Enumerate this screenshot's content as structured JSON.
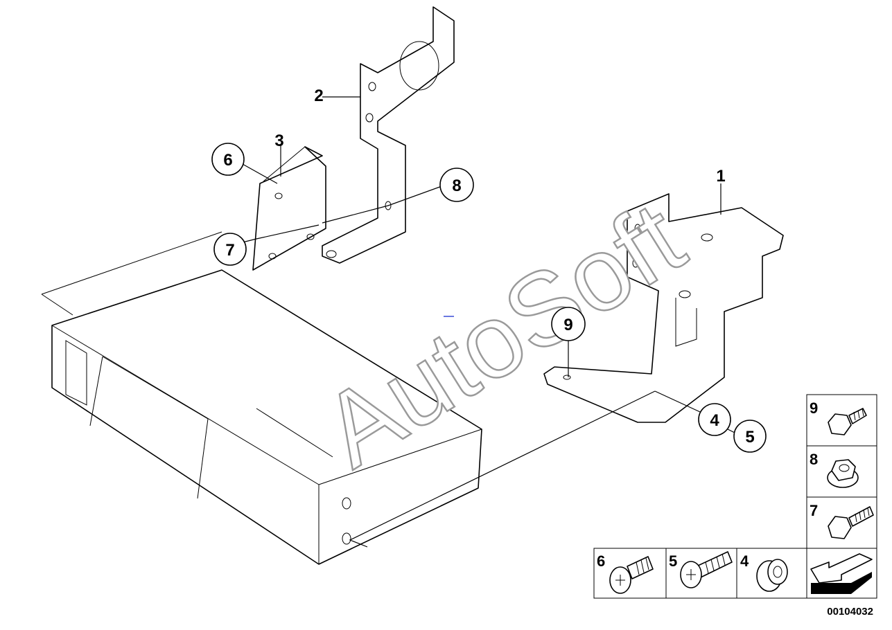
{
  "watermark": "AutoSoft",
  "callouts": {
    "c1": "1",
    "c2": "2",
    "c3": "3",
    "c4": "4",
    "c5": "5",
    "c6": "6",
    "c7": "7",
    "c8": "8",
    "c9": "9"
  },
  "legend": {
    "n9": "9",
    "n8": "8",
    "n7": "7",
    "n6": "6",
    "n5": "5",
    "n4": "4"
  },
  "drawing_number": "00104032"
}
